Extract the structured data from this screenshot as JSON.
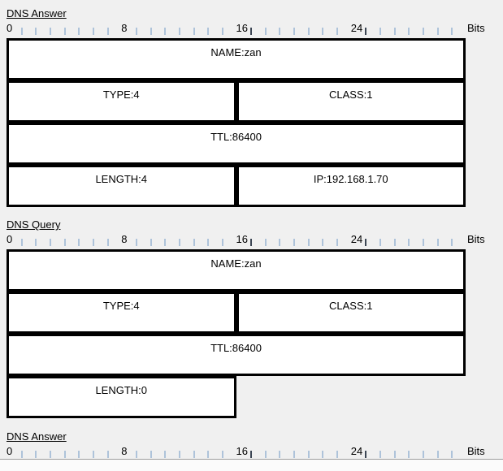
{
  "colors": {
    "background": "#f0f0f0",
    "box_fill": "#ffffff",
    "box_border": "#000000",
    "text": "#000000",
    "tick": "#aec3da",
    "tick_dark": "#3c4654",
    "panel_fill": "#fbfbfb",
    "panel_border": "#9e9e9e"
  },
  "ruler": {
    "unit_label": "Bits",
    "labeled_bits": [
      0,
      8,
      16,
      24
    ],
    "bit_count": 32,
    "dark_tick_bits": [
      17,
      25
    ]
  },
  "sections": [
    {
      "label": "DNS Answer",
      "rows": [
        [
          {
            "text": "NAME:zan",
            "bits": 32
          }
        ],
        [
          {
            "text": "TYPE:4",
            "bits": 16
          },
          {
            "text": "CLASS:1",
            "bits": 16
          }
        ],
        [
          {
            "text": "TTL:86400",
            "bits": 32
          }
        ],
        [
          {
            "text": "LENGTH:4",
            "bits": 16
          },
          {
            "text": "IP:192.168.1.70",
            "bits": 16
          }
        ]
      ]
    },
    {
      "label": "DNS Query",
      "rows": [
        [
          {
            "text": "NAME:zan",
            "bits": 32
          }
        ],
        [
          {
            "text": "TYPE:4",
            "bits": 16
          },
          {
            "text": "CLASS:1",
            "bits": 16
          }
        ],
        [
          {
            "text": "TTL:86400",
            "bits": 32
          }
        ],
        [
          {
            "text": "LENGTH:0",
            "bits": 16
          }
        ]
      ]
    },
    {
      "label": "DNS Answer",
      "rows": []
    }
  ]
}
